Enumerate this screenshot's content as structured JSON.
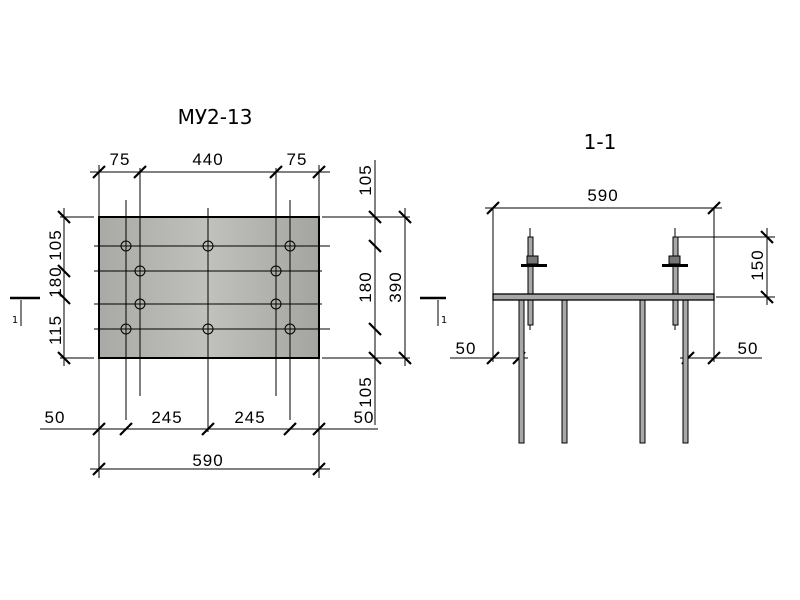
{
  "plan": {
    "title": "МУ2-13",
    "top_dims": [
      "75",
      "440",
      "75"
    ],
    "left_dims": [
      "105",
      "180",
      "115"
    ],
    "right_dims": [
      "105",
      "180",
      "105"
    ],
    "right_total": "390",
    "bottom_dims": [
      "50",
      "245",
      "245",
      "50"
    ],
    "bottom_total": "590",
    "section_mark": "1"
  },
  "section": {
    "title": "1-1",
    "width_dim": "590",
    "bolt_height_dim": "150",
    "left_offset_dim": "50",
    "right_offset_dim": "50",
    "section_mark": "1"
  },
  "colors": {
    "plate": "#b4b4b0",
    "steel": "#a8a8a8"
  }
}
